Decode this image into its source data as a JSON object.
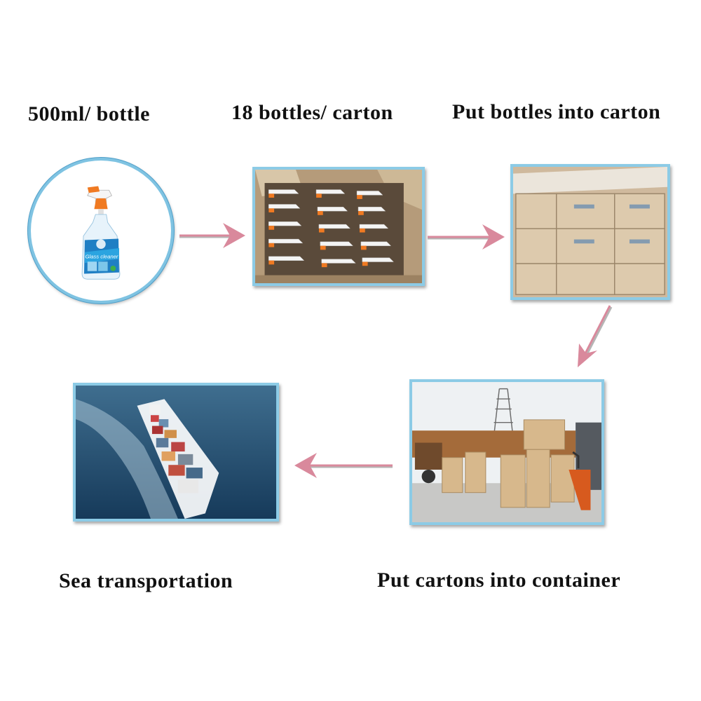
{
  "steps": {
    "bottle": {
      "label": "500ml/ bottle",
      "product_text": "Glass cleaner"
    },
    "carton": {
      "label": "18 bottles/ carton"
    },
    "packing": {
      "label": "Put bottles into carton"
    },
    "container": {
      "label": "Put cartons into container"
    },
    "shipping": {
      "label": "Sea transportation"
    }
  },
  "colors": {
    "frame_border": "#8ccbe6",
    "arrow": "#d9899c",
    "arrow_shadow": "#b5b5b5",
    "bottle_orange": "#f07a22"
  }
}
